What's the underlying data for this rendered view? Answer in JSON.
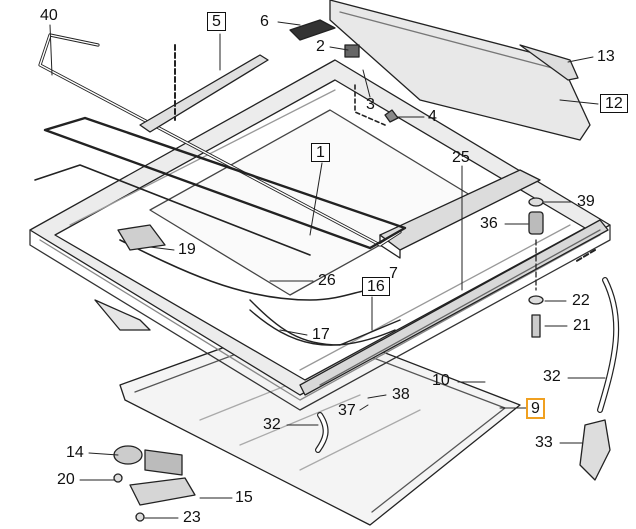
{
  "diagram": {
    "callouts": [
      {
        "id": "c40",
        "text": "40"
      },
      {
        "id": "c5",
        "text": "5"
      },
      {
        "id": "c6",
        "text": "6"
      },
      {
        "id": "c2",
        "text": "2"
      },
      {
        "id": "c3",
        "text": "3"
      },
      {
        "id": "c4",
        "text": "4"
      },
      {
        "id": "c13",
        "text": "13"
      },
      {
        "id": "c12",
        "text": "12"
      },
      {
        "id": "c1",
        "text": "1"
      },
      {
        "id": "c25",
        "text": "25"
      },
      {
        "id": "c39",
        "text": "39"
      },
      {
        "id": "c36",
        "text": "36"
      },
      {
        "id": "c19",
        "text": "19"
      },
      {
        "id": "c26",
        "text": "26"
      },
      {
        "id": "c16",
        "text": "16"
      },
      {
        "id": "c7",
        "text": "7"
      },
      {
        "id": "c22",
        "text": "22"
      },
      {
        "id": "c21",
        "text": "21"
      },
      {
        "id": "c17",
        "text": "17"
      },
      {
        "id": "c32a",
        "text": "32"
      },
      {
        "id": "c10",
        "text": "10"
      },
      {
        "id": "c38",
        "text": "38"
      },
      {
        "id": "c9",
        "text": "9"
      },
      {
        "id": "c37",
        "text": "37"
      },
      {
        "id": "c32b",
        "text": "32"
      },
      {
        "id": "c14",
        "text": "14"
      },
      {
        "id": "c33",
        "text": "33"
      },
      {
        "id": "c20",
        "text": "20"
      },
      {
        "id": "c15",
        "text": "15"
      },
      {
        "id": "c23",
        "text": "23"
      }
    ],
    "highlight_color": "#f0a020"
  }
}
